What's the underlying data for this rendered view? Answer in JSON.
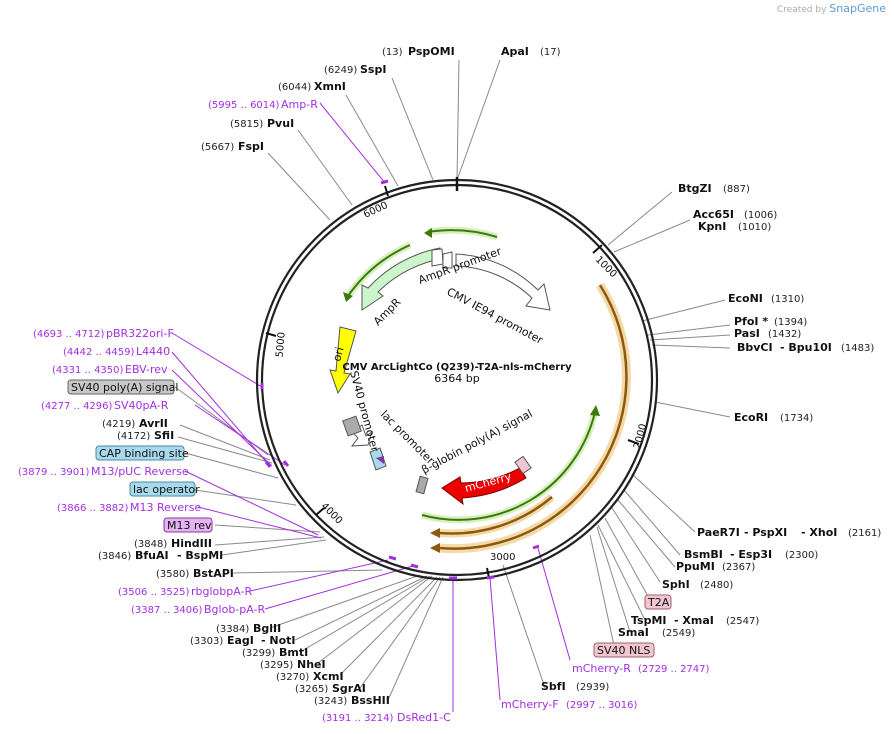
{
  "credit": {
    "created_by": "Created by",
    "brand": "SnapGene"
  },
  "plasmid": {
    "name": "CMV ArcLightCo (Q239)-T2A-nls-mCherry",
    "length": "6364 bp"
  },
  "ticks": [
    "1000",
    "2000",
    "3000",
    "4000",
    "5000",
    "6000"
  ],
  "sites": [
    {
      "name": "PspOMI",
      "pos": "(13)"
    },
    {
      "name": "ApaI",
      "pos": "(17)"
    },
    {
      "name": "SspI",
      "pos": "(6249)"
    },
    {
      "name": "XmnI",
      "pos": "(6044)"
    },
    {
      "name": "PvuI",
      "pos": "(5815)"
    },
    {
      "name": "FspI",
      "pos": "(5667)"
    },
    {
      "name": "BtgZI",
      "pos": "(887)"
    },
    {
      "name": "Acc65I",
      "pos": "(1006)"
    },
    {
      "name": "KpnI",
      "pos": "(1010)"
    },
    {
      "name": "EcoNI",
      "pos": "(1310)"
    },
    {
      "name": "PfoI *",
      "pos": "(1394)"
    },
    {
      "name": "PasI",
      "pos": "(1432)"
    },
    {
      "name": "BbvCI",
      "pos": ""
    },
    {
      "name": "- Bpu10I",
      "pos": "(1483)"
    },
    {
      "name": "EcoRI",
      "pos": "(1734)"
    },
    {
      "name": "PaeR7I",
      "pos": ""
    },
    {
      "name": "- PspXI",
      "pos": ""
    },
    {
      "name": "- XhoI",
      "pos": "(2161)"
    },
    {
      "name": "BsmBI",
      "pos": ""
    },
    {
      "name": "- Esp3I",
      "pos": "(2300)"
    },
    {
      "name": "PpuMI",
      "pos": "(2367)"
    },
    {
      "name": "SphI",
      "pos": "(2480)"
    },
    {
      "name": "TspMI",
      "pos": ""
    },
    {
      "name": "- XmaI",
      "pos": "(2547)"
    },
    {
      "name": "SmaI",
      "pos": "(2549)"
    },
    {
      "name": "SbfI",
      "pos": "(2939)"
    },
    {
      "name": "AvrII",
      "pos": "(4219)"
    },
    {
      "name": "SfiI",
      "pos": "(4172)"
    },
    {
      "name": "HindIII",
      "pos": "(3848)"
    },
    {
      "name": "BfuAI",
      "pos": "(3846)"
    },
    {
      "name": "- BspMI",
      "pos": ""
    },
    {
      "name": "BstAPI",
      "pos": "(3580)"
    },
    {
      "name": "BglII",
      "pos": "(3384)"
    },
    {
      "name": "EagI",
      "pos": "(3303)"
    },
    {
      "name": "- NotI",
      "pos": ""
    },
    {
      "name": "BmtI",
      "pos": "(3299)"
    },
    {
      "name": "NheI",
      "pos": "(3295)"
    },
    {
      "name": "XcmI",
      "pos": "(3270)"
    },
    {
      "name": "SgrAI",
      "pos": "(3265)"
    },
    {
      "name": "BssHII",
      "pos": "(3243)"
    }
  ],
  "primers": [
    {
      "name": "Amp-R",
      "pos": "(5995 .. 6014)"
    },
    {
      "name": "pBR322ori-F",
      "pos": "(4693 .. 4712)"
    },
    {
      "name": "L4440",
      "pos": "(4442 .. 4459)"
    },
    {
      "name": "EBV-rev",
      "pos": "(4331 .. 4350)"
    },
    {
      "name": "SV40pA-R",
      "pos": "(4277 .. 4296)"
    },
    {
      "name": "M13/pUC Reverse",
      "pos": "(3879 .. 3901)"
    },
    {
      "name": "M13 Reverse",
      "pos": "(3866 .. 3882)"
    },
    {
      "name": "rbglobpA-R",
      "pos": "(3506 .. 3525)"
    },
    {
      "name": "Bglob-pA-R",
      "pos": "(3387 .. 3406)"
    },
    {
      "name": "DsRed1-C",
      "pos": "(3191 .. 3214)"
    },
    {
      "name": "mCherry-F",
      "pos": "(2997 .. 3016)"
    },
    {
      "name": "mCherry-R",
      "pos": "(2729 .. 2747)"
    }
  ],
  "boxed": [
    {
      "name": "SV40 poly(A) signal",
      "color": "#c8c8c8"
    },
    {
      "name": "CAP binding site",
      "color": "#a9d9ec"
    },
    {
      "name": "lac operator",
      "color": "#a9d9ec"
    },
    {
      "name": "M13 rev",
      "color": "#e6b3f2"
    },
    {
      "name": "T2A",
      "color": "#f1c6d2"
    },
    {
      "name": "SV40 NLS",
      "color": "#f1c6d2"
    }
  ],
  "features": [
    {
      "name": "AmpR promoter"
    },
    {
      "name": "AmpR"
    },
    {
      "name": "CMV IE94 promoter"
    },
    {
      "name": "ori"
    },
    {
      "name": "SV40 promoter"
    },
    {
      "name": "lac promoter"
    },
    {
      "name": "β-globin poly(A) signal"
    },
    {
      "name": "mCherry"
    }
  ],
  "colors": {
    "backbone": "#222222",
    "ampr": "#ccf5cc",
    "promoter": "#ffffff",
    "ori": "#ffff00",
    "mcherry": "#ee0000",
    "gene_arc": "#c0903a",
    "primer": "#a32ee0",
    "orf_arc": "#4a9a1a"
  }
}
